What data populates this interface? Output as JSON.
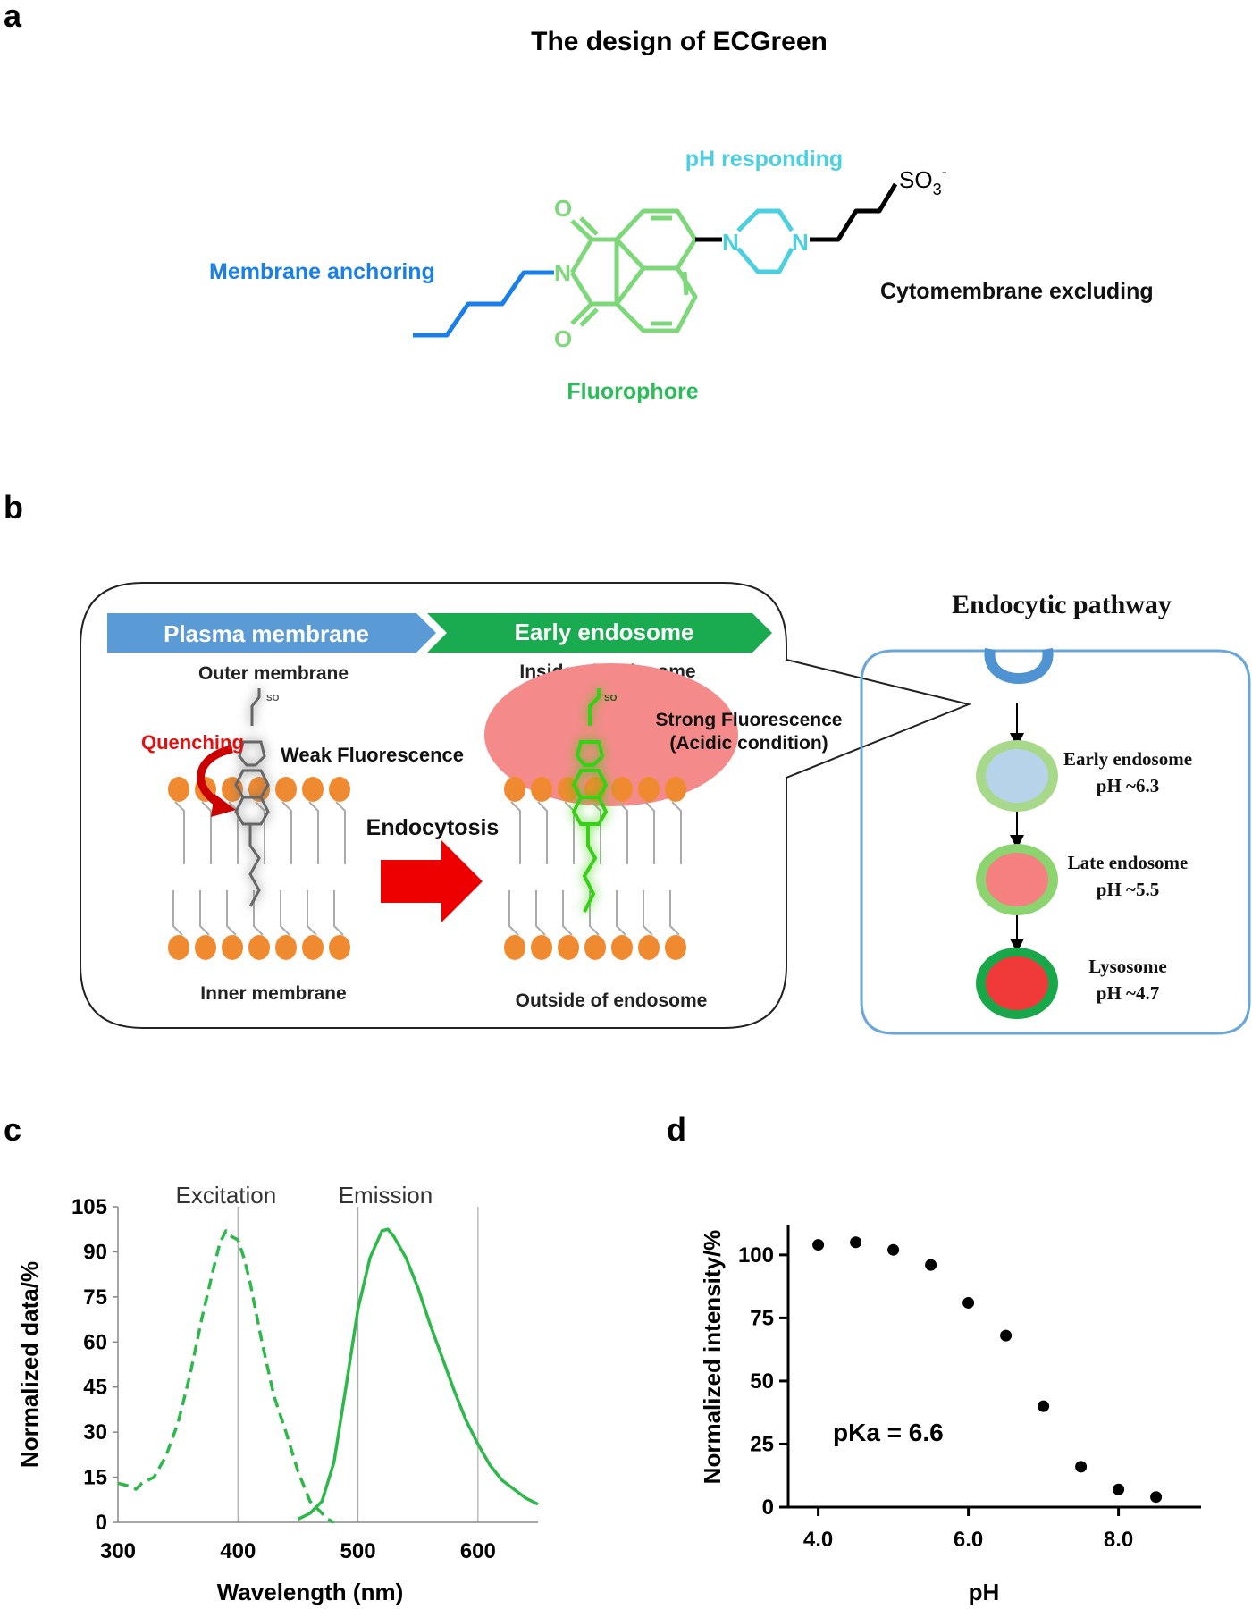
{
  "panel_a": {
    "letter": "a",
    "title": "The design of ECGreen",
    "labels": {
      "ph_responding": "pH responding",
      "membrane_anchoring": "Membrane anchoring",
      "cytomembrane_excluding": "Cytomembrane excluding",
      "fluorophore": "Fluorophore"
    },
    "atoms": {
      "o": "O",
      "n": "N",
      "so3": "SO",
      "so3_sub": "3",
      "so3_sup": "-"
    },
    "colors": {
      "anchoring": "#1a7fe8",
      "fluorophore": "#7dd87a",
      "ph": "#4ccfe0",
      "linker": "#000000",
      "fluorophore_text": "#2dbb5a"
    }
  },
  "panel_b": {
    "letter": "b",
    "banner_plasma": "Plasma membrane",
    "banner_early": "Early endosome",
    "outer_membrane": "Outer membrane",
    "inner_membrane": "Inner membrane",
    "inside_endosome": "Inside of endosome",
    "outside_endosome": "Outside of endosome",
    "quenching": "Quenching",
    "weak_fluorescence": "Weak Fluorescence",
    "strong_fluorescence": "Strong Fluorescence",
    "acidic_condition": "(Acidic condition)",
    "endocytosis": "Endocytosis",
    "pathway_title": "Endocytic pathway",
    "stages": [
      {
        "name": "Early endosome",
        "ph": "pH ~6.3",
        "ring": "#a8d88a",
        "core": "#b6d3ea"
      },
      {
        "name": "Late endosome",
        "ph": "pH ~5.5",
        "ring": "#8cd470",
        "core": "#f58080"
      },
      {
        "name": "Lysosome",
        "ph": "pH ~4.7",
        "ring": "#18a84a",
        "core": "#f03a3a"
      }
    ],
    "colors": {
      "plasma_banner": "#5b9bd5",
      "early_banner": "#1aaa50",
      "lipid_head": "#f08a30",
      "endosome_bubble": "#f58a8a",
      "arrow": "#ee0000",
      "pathway_border": "#6aa6d8"
    }
  },
  "panel_c": {
    "letter": "c",
    "chart_data": {
      "type": "line",
      "xlabel": "Wavelength (nm)",
      "ylabel": "Normalized data/%",
      "xlim": [
        300,
        650
      ],
      "ylim": [
        0,
        105
      ],
      "xticks": [
        "300",
        "400",
        "500",
        "600"
      ],
      "yticks": [
        "0",
        "15",
        "30",
        "45",
        "60",
        "75",
        "90",
        "105"
      ],
      "vertical_gridlines": [
        400,
        500,
        600
      ],
      "annotations": [
        "Excitation",
        "Emission"
      ],
      "series": [
        {
          "style": "dashed",
          "color": "#2db84a",
          "x": [
            300,
            310,
            315,
            320,
            330,
            340,
            350,
            360,
            370,
            380,
            385,
            390,
            395,
            400,
            405,
            410,
            420,
            430,
            440,
            450,
            460,
            465,
            470,
            475,
            480
          ],
          "y": [
            13,
            12,
            11,
            13,
            15,
            22,
            33,
            49,
            68,
            85,
            93,
            97,
            95,
            94,
            88,
            80,
            60,
            42,
            30,
            17,
            7,
            5,
            3,
            1,
            0
          ]
        },
        {
          "style": "solid",
          "color": "#2db84a",
          "x": [
            450,
            460,
            470,
            480,
            490,
            500,
            510,
            520,
            525,
            530,
            540,
            550,
            560,
            570,
            580,
            590,
            600,
            610,
            620,
            630,
            640,
            650
          ],
          "y": [
            1,
            3,
            7,
            20,
            45,
            71,
            88,
            97,
            97.5,
            95,
            88,
            78,
            66,
            55,
            44,
            34,
            26,
            19,
            14,
            11,
            8,
            6
          ]
        }
      ]
    }
  },
  "panel_d": {
    "letter": "d",
    "annotation": "pKa = 6.6",
    "chart_data": {
      "type": "scatter",
      "xlabel": "pH",
      "ylabel": "Normalized intensity/%",
      "xlim": [
        3.6,
        9.1
      ],
      "ylim": [
        0,
        112
      ],
      "xticks": [
        "4.0",
        "6.0",
        "8.0"
      ],
      "yticks": [
        "0",
        "25",
        "50",
        "75",
        "100"
      ],
      "x": [
        4.0,
        4.5,
        5.0,
        5.5,
        6.0,
        6.5,
        7.0,
        7.5,
        8.0,
        8.5
      ],
      "y": [
        104,
        105,
        102,
        96,
        81,
        68,
        40,
        16,
        7,
        4
      ]
    }
  }
}
